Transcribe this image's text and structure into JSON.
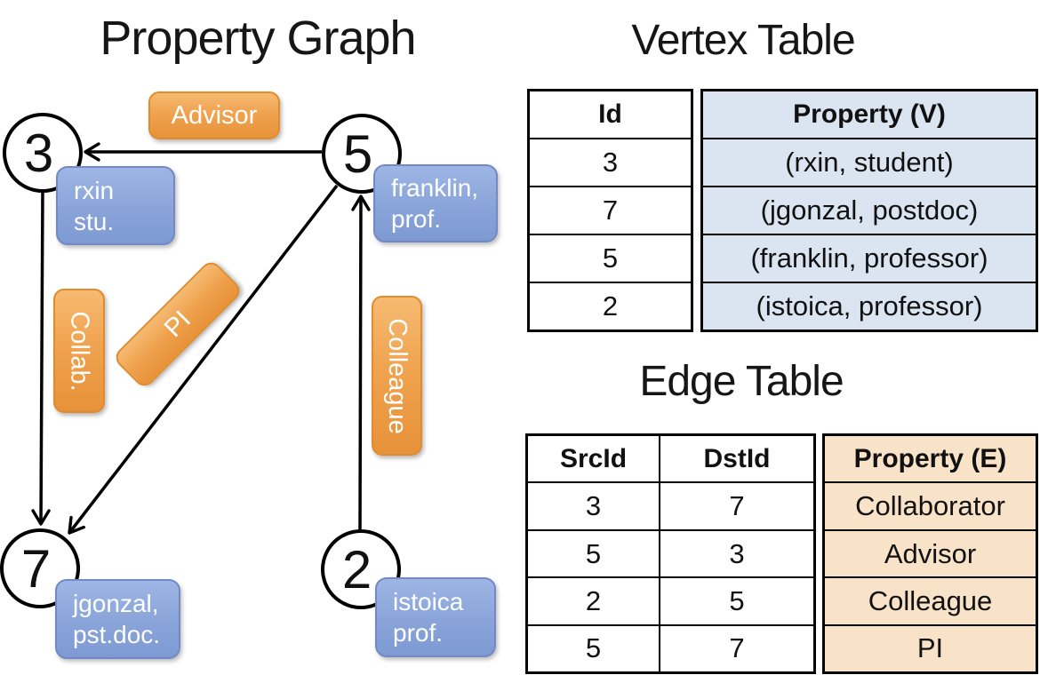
{
  "graph": {
    "title": "Property Graph",
    "nodes": [
      {
        "id": "3",
        "prop_line1": "rxin",
        "prop_line2": "stu."
      },
      {
        "id": "5",
        "prop_line1": "franklin,",
        "prop_line2": "prof."
      },
      {
        "id": "7",
        "prop_line1": "jgonzal,",
        "prop_line2": "pst.doc."
      },
      {
        "id": "2",
        "prop_line1": "istoica",
        "prop_line2": "prof."
      }
    ],
    "edge_labels": [
      "Advisor",
      "Collab.",
      "PI",
      "Colleague"
    ]
  },
  "vertex_table": {
    "title": "Vertex Table",
    "columns": [
      "Id",
      "Property (V)"
    ],
    "rows": [
      [
        "3",
        "(rxin, student)"
      ],
      [
        "7",
        "(jgonzal, postdoc)"
      ],
      [
        "5",
        "(franklin, professor)"
      ],
      [
        "2",
        "(istoica, professor)"
      ]
    ]
  },
  "edge_table": {
    "title": "Edge Table",
    "columns": [
      "SrcId",
      "DstId",
      "Property (E)"
    ],
    "rows": [
      [
        "3",
        "7",
        "Collaborator"
      ],
      [
        "5",
        "3",
        "Advisor"
      ],
      [
        "2",
        "5",
        "Colleague"
      ],
      [
        "5",
        "7",
        "PI"
      ]
    ]
  },
  "colors": {
    "edge_label_fill_top": "#F6BA72",
    "edge_label_fill_bottom": "#E7923A",
    "edge_label_border": "#DE8C2F",
    "vertex_prop_fill_top": "#9EB6E5",
    "vertex_prop_fill_bottom": "#7E9AD3",
    "vertex_prop_border": "#7388C5",
    "vertex_table_fill": "#DBE5F1",
    "edge_table_fill": "#F8E3C9",
    "line_color": "#000000"
  }
}
